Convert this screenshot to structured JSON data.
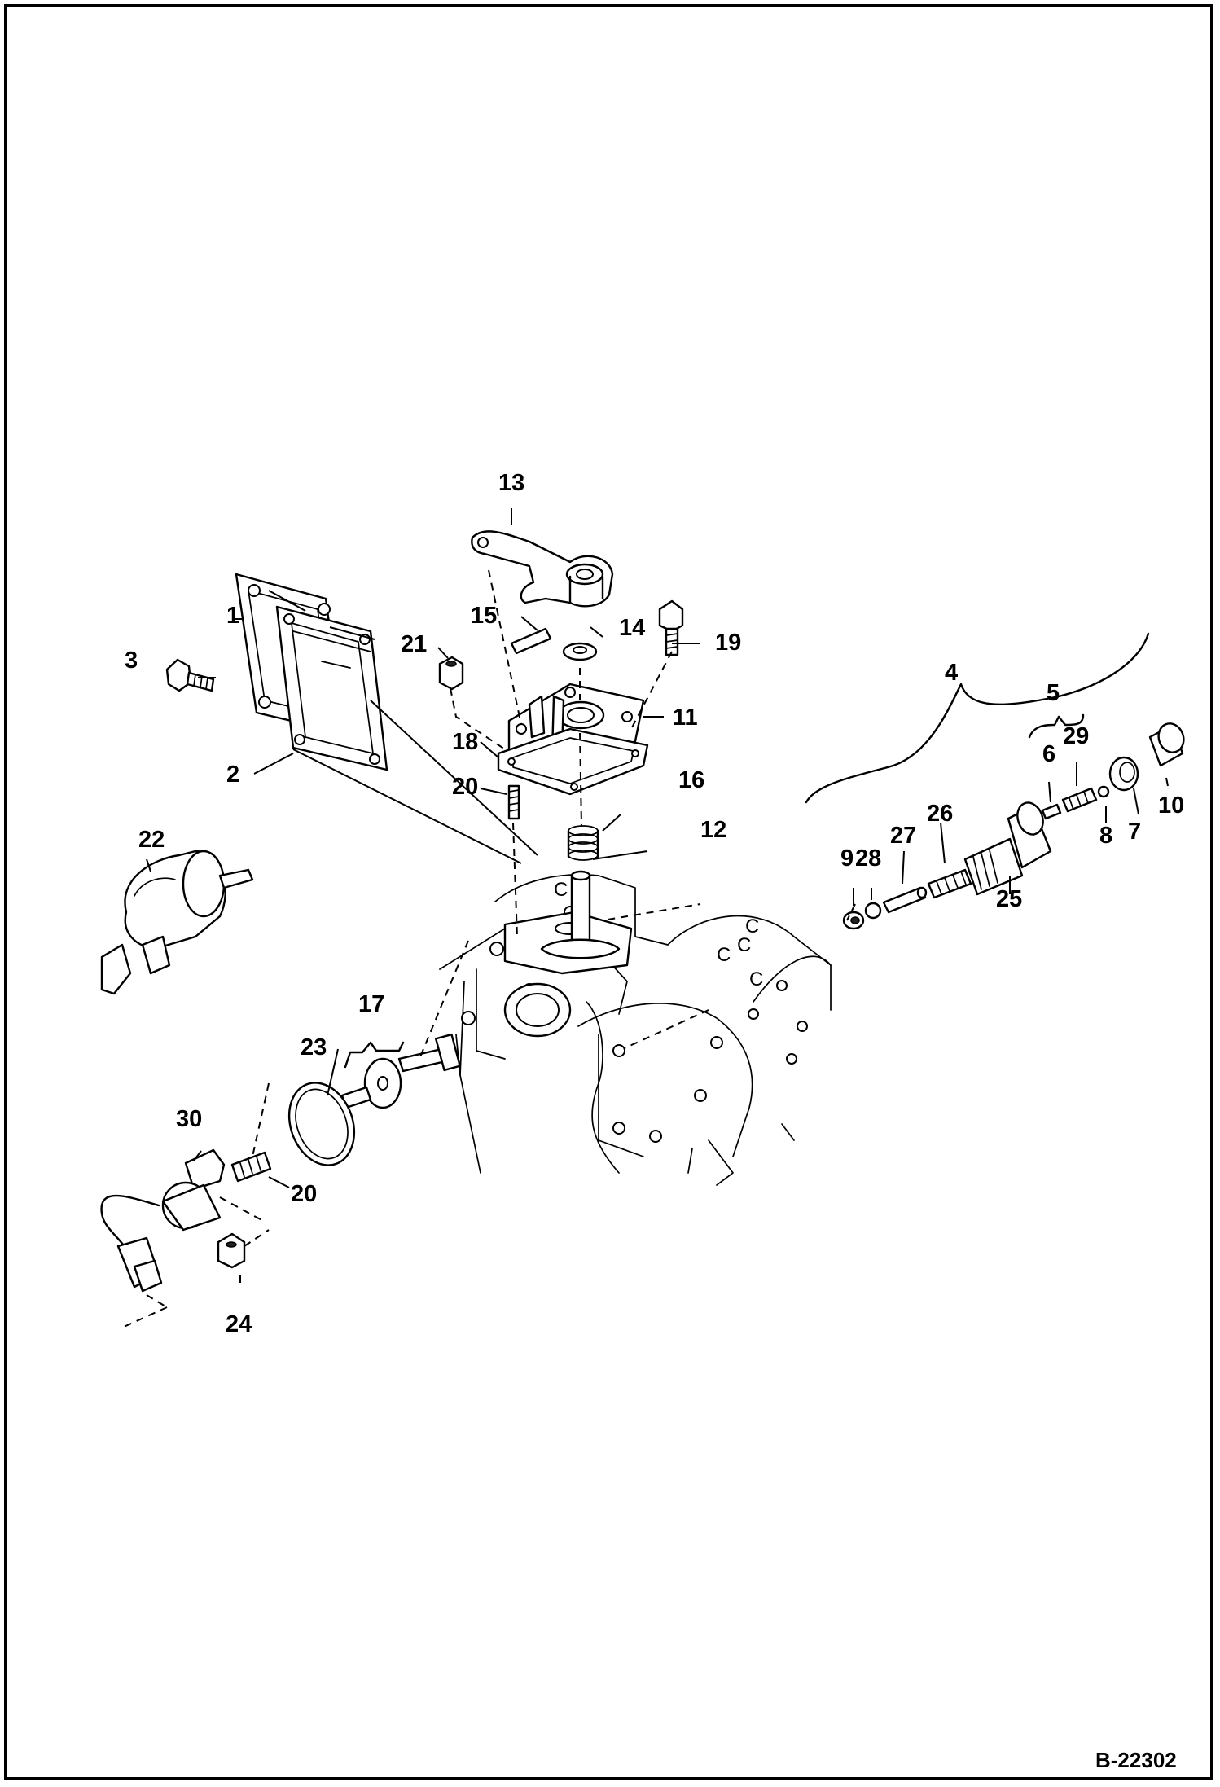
{
  "diagram": {
    "figure_number": "B-22302",
    "callouts": [
      "1",
      "2",
      "3",
      "4",
      "5",
      "6",
      "7",
      "8",
      "9",
      "10",
      "11",
      "12",
      "13",
      "14",
      "15",
      "16",
      "17",
      "18",
      "19",
      "20",
      "20",
      "21",
      "22",
      "23",
      "24",
      "25",
      "26",
      "27",
      "28",
      "29",
      "30"
    ]
  }
}
